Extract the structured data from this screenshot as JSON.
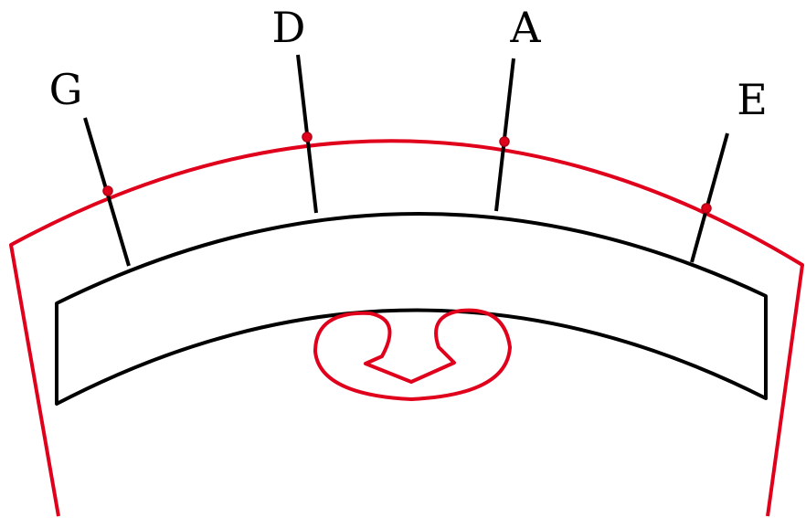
{
  "labels": {
    "g": "G",
    "d": "D",
    "a": "A",
    "e": "E"
  },
  "colors": {
    "outline": "#000000",
    "highlight": "#e0001b",
    "background": "#ffffff"
  }
}
